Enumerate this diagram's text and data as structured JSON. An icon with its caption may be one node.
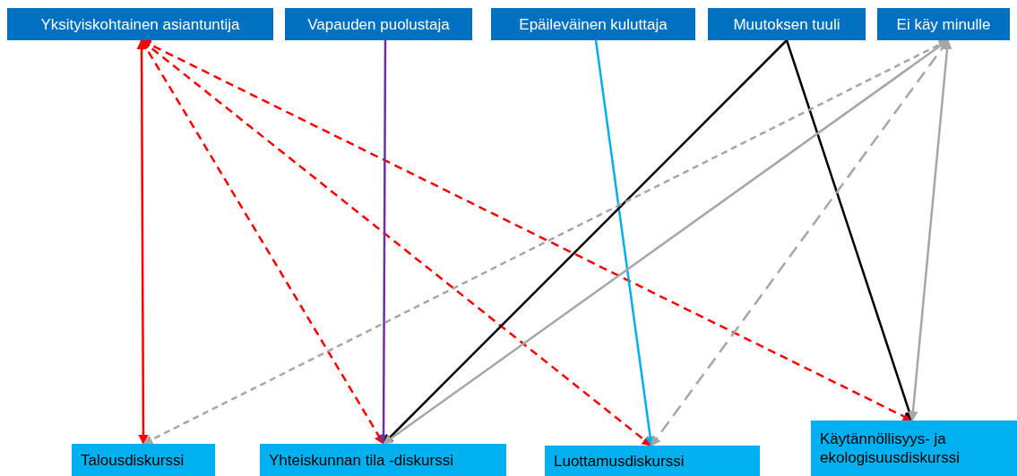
{
  "diagram": {
    "nodes": [
      {
        "text": [
          "Yksityiskohtainen asiantuntija"
        ]
      },
      {
        "text": [
          "Vapauden puolustaja"
        ]
      },
      {
        "text": [
          "Epäileväinen kuluttaja"
        ]
      },
      {
        "text": [
          "Muutoksen tuuli"
        ]
      },
      {
        "text": [
          "Ei käy minulle"
        ]
      },
      {
        "text": [
          "Talousdiskurssi"
        ]
      },
      {
        "text": [
          "Yhteiskunnan tila -diskurssi"
        ]
      },
      {
        "text": [
          "Luottamusdiskurssi"
        ]
      },
      {
        "text": [
          "Käytännöllisyys- ja ekologisuusdiskurssi"
        ]
      }
    ],
    "edges": [
      {
        "from": 0,
        "to": 5,
        "arrow": "both",
        "color": "#ff0000"
      },
      {
        "from": 0,
        "to": 6,
        "arrow": "both",
        "style": "dashed",
        "color": "#ff0000"
      },
      {
        "from": 0,
        "to": 7,
        "arrow": "both",
        "style": "dashed",
        "color": "#ff0000"
      },
      {
        "from": 0,
        "to": 8,
        "arrow": "both",
        "style": "dashed",
        "color": "#ff0000"
      },
      {
        "from": 1,
        "to": 6,
        "arrow": "to",
        "color": "#7030a0"
      },
      {
        "from": 2,
        "to": 7,
        "arrow": "to",
        "color": "#00b0f0"
      },
      {
        "from": 3,
        "to": 6,
        "arrow": "to",
        "color": "#000000"
      },
      {
        "from": 3,
        "to": 8,
        "arrow": "to",
        "color": "#000000"
      },
      {
        "from": 4,
        "to": 5,
        "arrow": "both",
        "style": "dashed",
        "color": "#a6a6a6"
      },
      {
        "from": 4,
        "to": 6,
        "arrow": "both",
        "color": "#a6a6a6"
      },
      {
        "from": 4,
        "to": 7,
        "arrow": "both",
        "style": "dashed",
        "color": "#a6a6a6"
      },
      {
        "from": 4,
        "to": 8,
        "arrow": "both",
        "color": "#a6a6a6"
      }
    ]
  }
}
